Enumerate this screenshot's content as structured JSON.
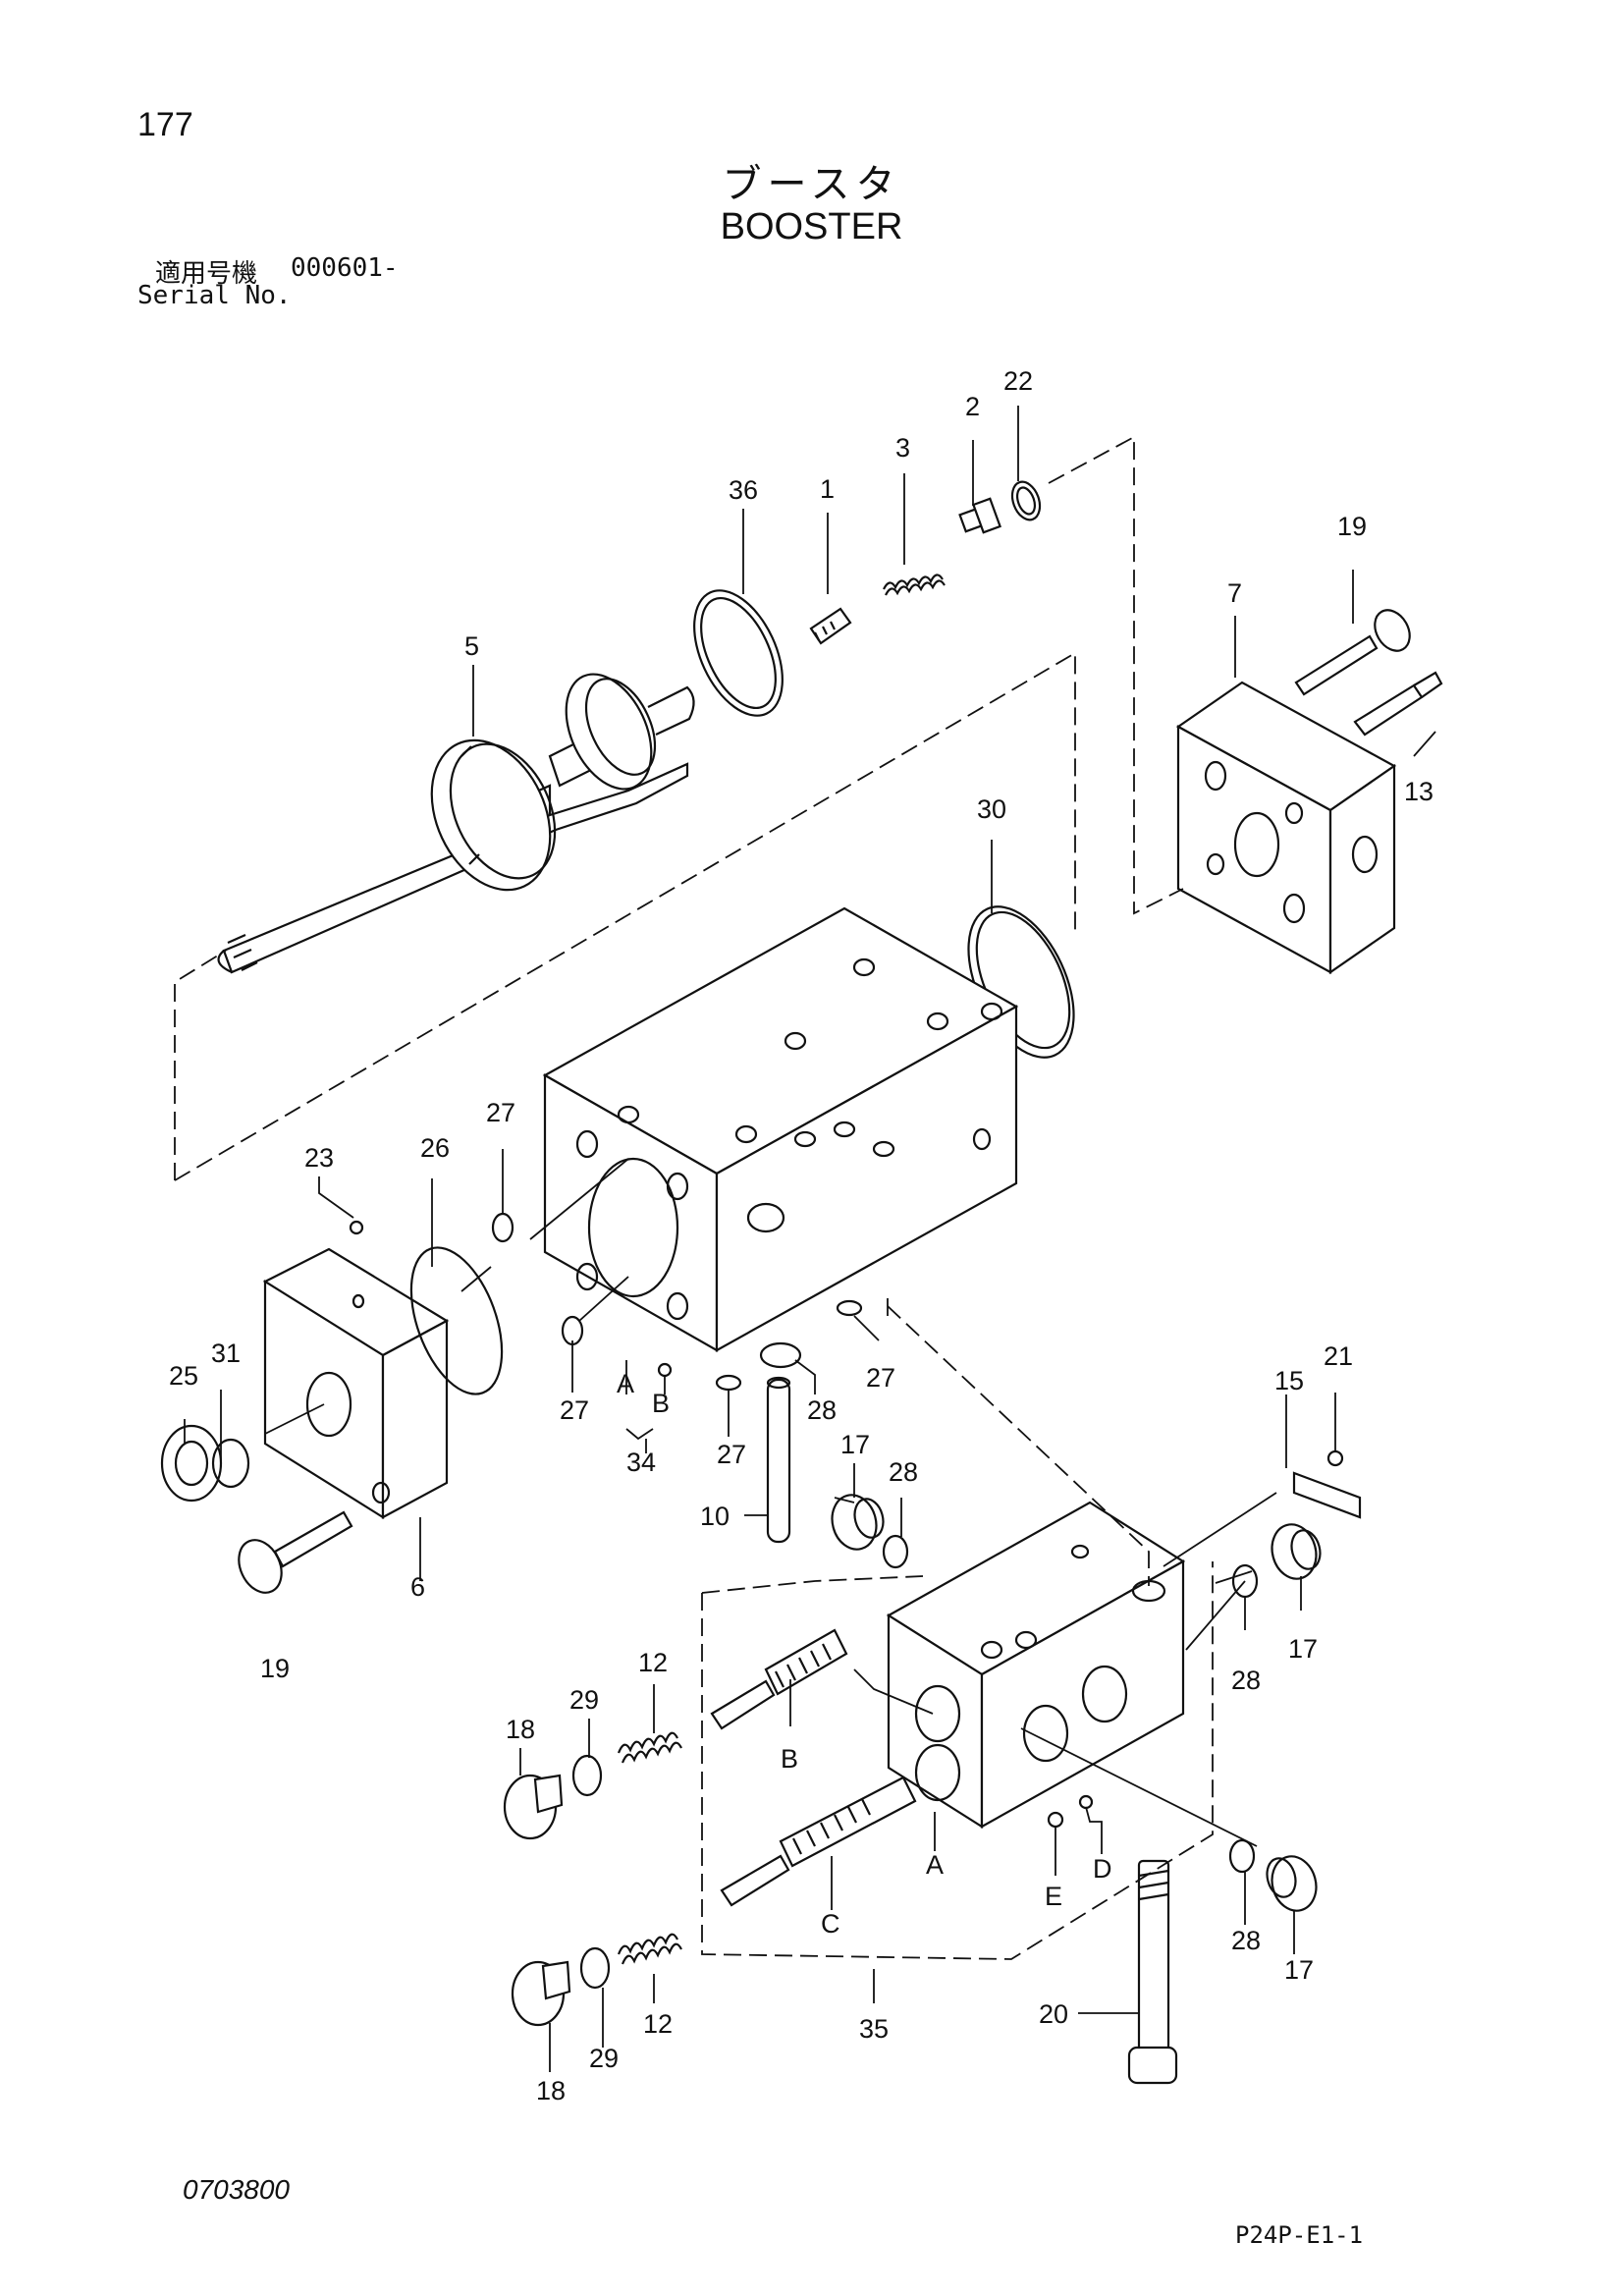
{
  "page_number": "177",
  "title_jp": "ブースタ",
  "title_en": "BOOSTER",
  "serial_label_jp": "適用号機",
  "serial_label_en": "Serial No.",
  "serial_value": "000601-",
  "document_code": "0703800",
  "sheet_code": "P24P-E1-1",
  "callouts": {
    "c1": "1",
    "c2": "2",
    "c3": "3",
    "c5": "5",
    "c6": "6",
    "c7": "7",
    "c10": "10",
    "c12a": "12",
    "c12b": "12",
    "c13": "13",
    "c15": "15",
    "c17a": "17",
    "c17b": "17",
    "c17c": "17",
    "c18a": "18",
    "c18b": "18",
    "c19a": "19",
    "c19b": "19",
    "c20": "20",
    "c21": "21",
    "c22": "22",
    "c23": "23",
    "c25": "25",
    "c26": "26",
    "c27a": "27",
    "c27b": "27",
    "c27c": "27",
    "c27d": "27",
    "c28a": "28",
    "c28b": "28",
    "c28c": "28",
    "c28d": "28",
    "c29a": "29",
    "c29b": "29",
    "c30": "30",
    "c31": "31",
    "c34": "34",
    "c35": "35",
    "c36": "36",
    "lA1": "A",
    "lB1": "B",
    "lA2": "A",
    "lB2": "B",
    "lC": "C",
    "lD": "D",
    "lE": "E"
  }
}
